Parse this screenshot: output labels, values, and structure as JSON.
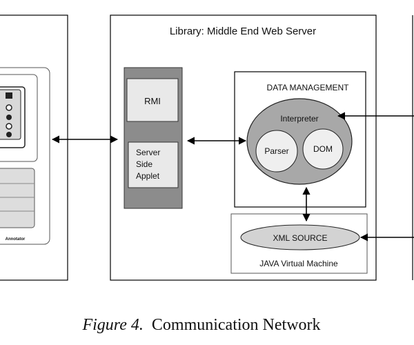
{
  "library_box": {
    "title": "Library: Middle End Web Server"
  },
  "rmi_box": {
    "label": "RMI"
  },
  "applet_box": {
    "lines": [
      "Server",
      "Side",
      "Applet"
    ]
  },
  "data_management": {
    "title": "DATA MANAGEMENT"
  },
  "interpreter": {
    "label": "Interpreter"
  },
  "parser": {
    "label": "Parser"
  },
  "dom": {
    "label": "DOM"
  },
  "jvm_box": {
    "title": "JAVA Virtual Machine"
  },
  "xml_source": {
    "label": "XML SOURCE"
  },
  "client_panel": {
    "caption": "Annotator"
  },
  "figure_caption": {
    "prefix": "Figure 4.",
    "title": "Communication Network"
  },
  "colors": {
    "gray_fill": "#8c8c8c",
    "light_fill": "#e9e9e9",
    "ellipse_fill": "#a8a8a8",
    "inner_fill": "#efefef"
  }
}
